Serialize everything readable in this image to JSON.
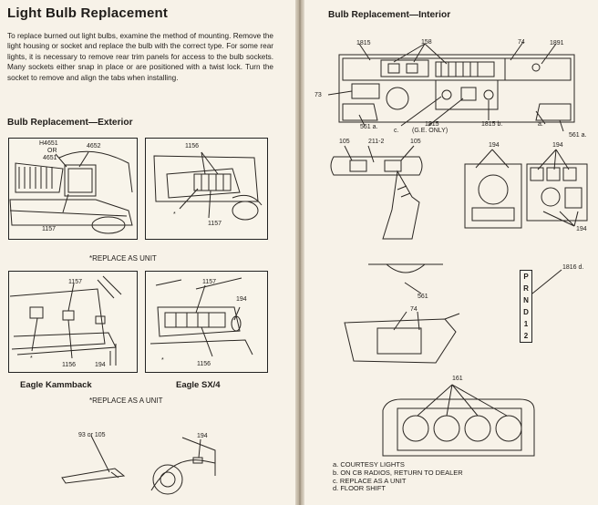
{
  "left": {
    "title": "Light Bulb Replacement",
    "intro": "To replace burned out light bulbs, examine the method of mounting. Remove the light housing or socket and replace the bulb with the correct type. For some rear lights, it is necessary to remove rear trim panels for access to the bulb sockets. Many sockets either snap in place or are positioned with a twist lock. Turn the socket to remove and align the tabs when installing.",
    "exterior_heading": "Bulb Replacement—Exterior",
    "front_labels": {
      "a": "H4651",
      "b": "OR",
      "c": "4651",
      "d": "4652",
      "e": "1157"
    },
    "rear_labels": {
      "a": "1156",
      "b": "1157",
      "c": "*"
    },
    "replace_unit_note": "*REPLACE AS UNIT",
    "kammback_labels": {
      "a": "1157",
      "b": "1156",
      "c": "194",
      "d": "*"
    },
    "sx4_labels": {
      "a": "1157",
      "b": "194",
      "c": "1156",
      "d": "*"
    },
    "kammback_caption": "Eagle Kammback",
    "sx4_caption": "Eagle SX/4",
    "replace_a_unit_note": "*REPLACE AS A UNIT",
    "trunk_labels": {
      "a": "93 or 105",
      "b": "194"
    }
  },
  "right": {
    "interior_heading": "Bulb Replacement—Interior",
    "dash_labels": {
      "l1815": "1815",
      "l158": "158",
      "l74": "74",
      "l1891": "1891",
      "l73": "73",
      "l561a": "561 a.",
      "lc": "c.",
      "l1815ge": "1815",
      "ge_only": "(G.E. ONLY)",
      "l1815b": "1815 b.",
      "la": "a.",
      "l561a2": "561 a."
    },
    "map_labels": {
      "a": "105",
      "b": "211-2",
      "c": "105"
    },
    "gauge_labels": {
      "a": "194",
      "b": "194",
      "c": "194"
    },
    "dome_label": "561",
    "shift_label": "1816 d.",
    "prnd": [
      "P",
      "R",
      "N",
      "D",
      "1",
      "2"
    ],
    "visor_label": "74",
    "cluster_label": "161",
    "legend": [
      "a. COURTESY LIGHTS",
      "b. ON CB RADIOS, RETURN TO DEALER",
      "c. REPLACE AS A UNIT",
      "d. FLOOR SHIFT"
    ]
  }
}
